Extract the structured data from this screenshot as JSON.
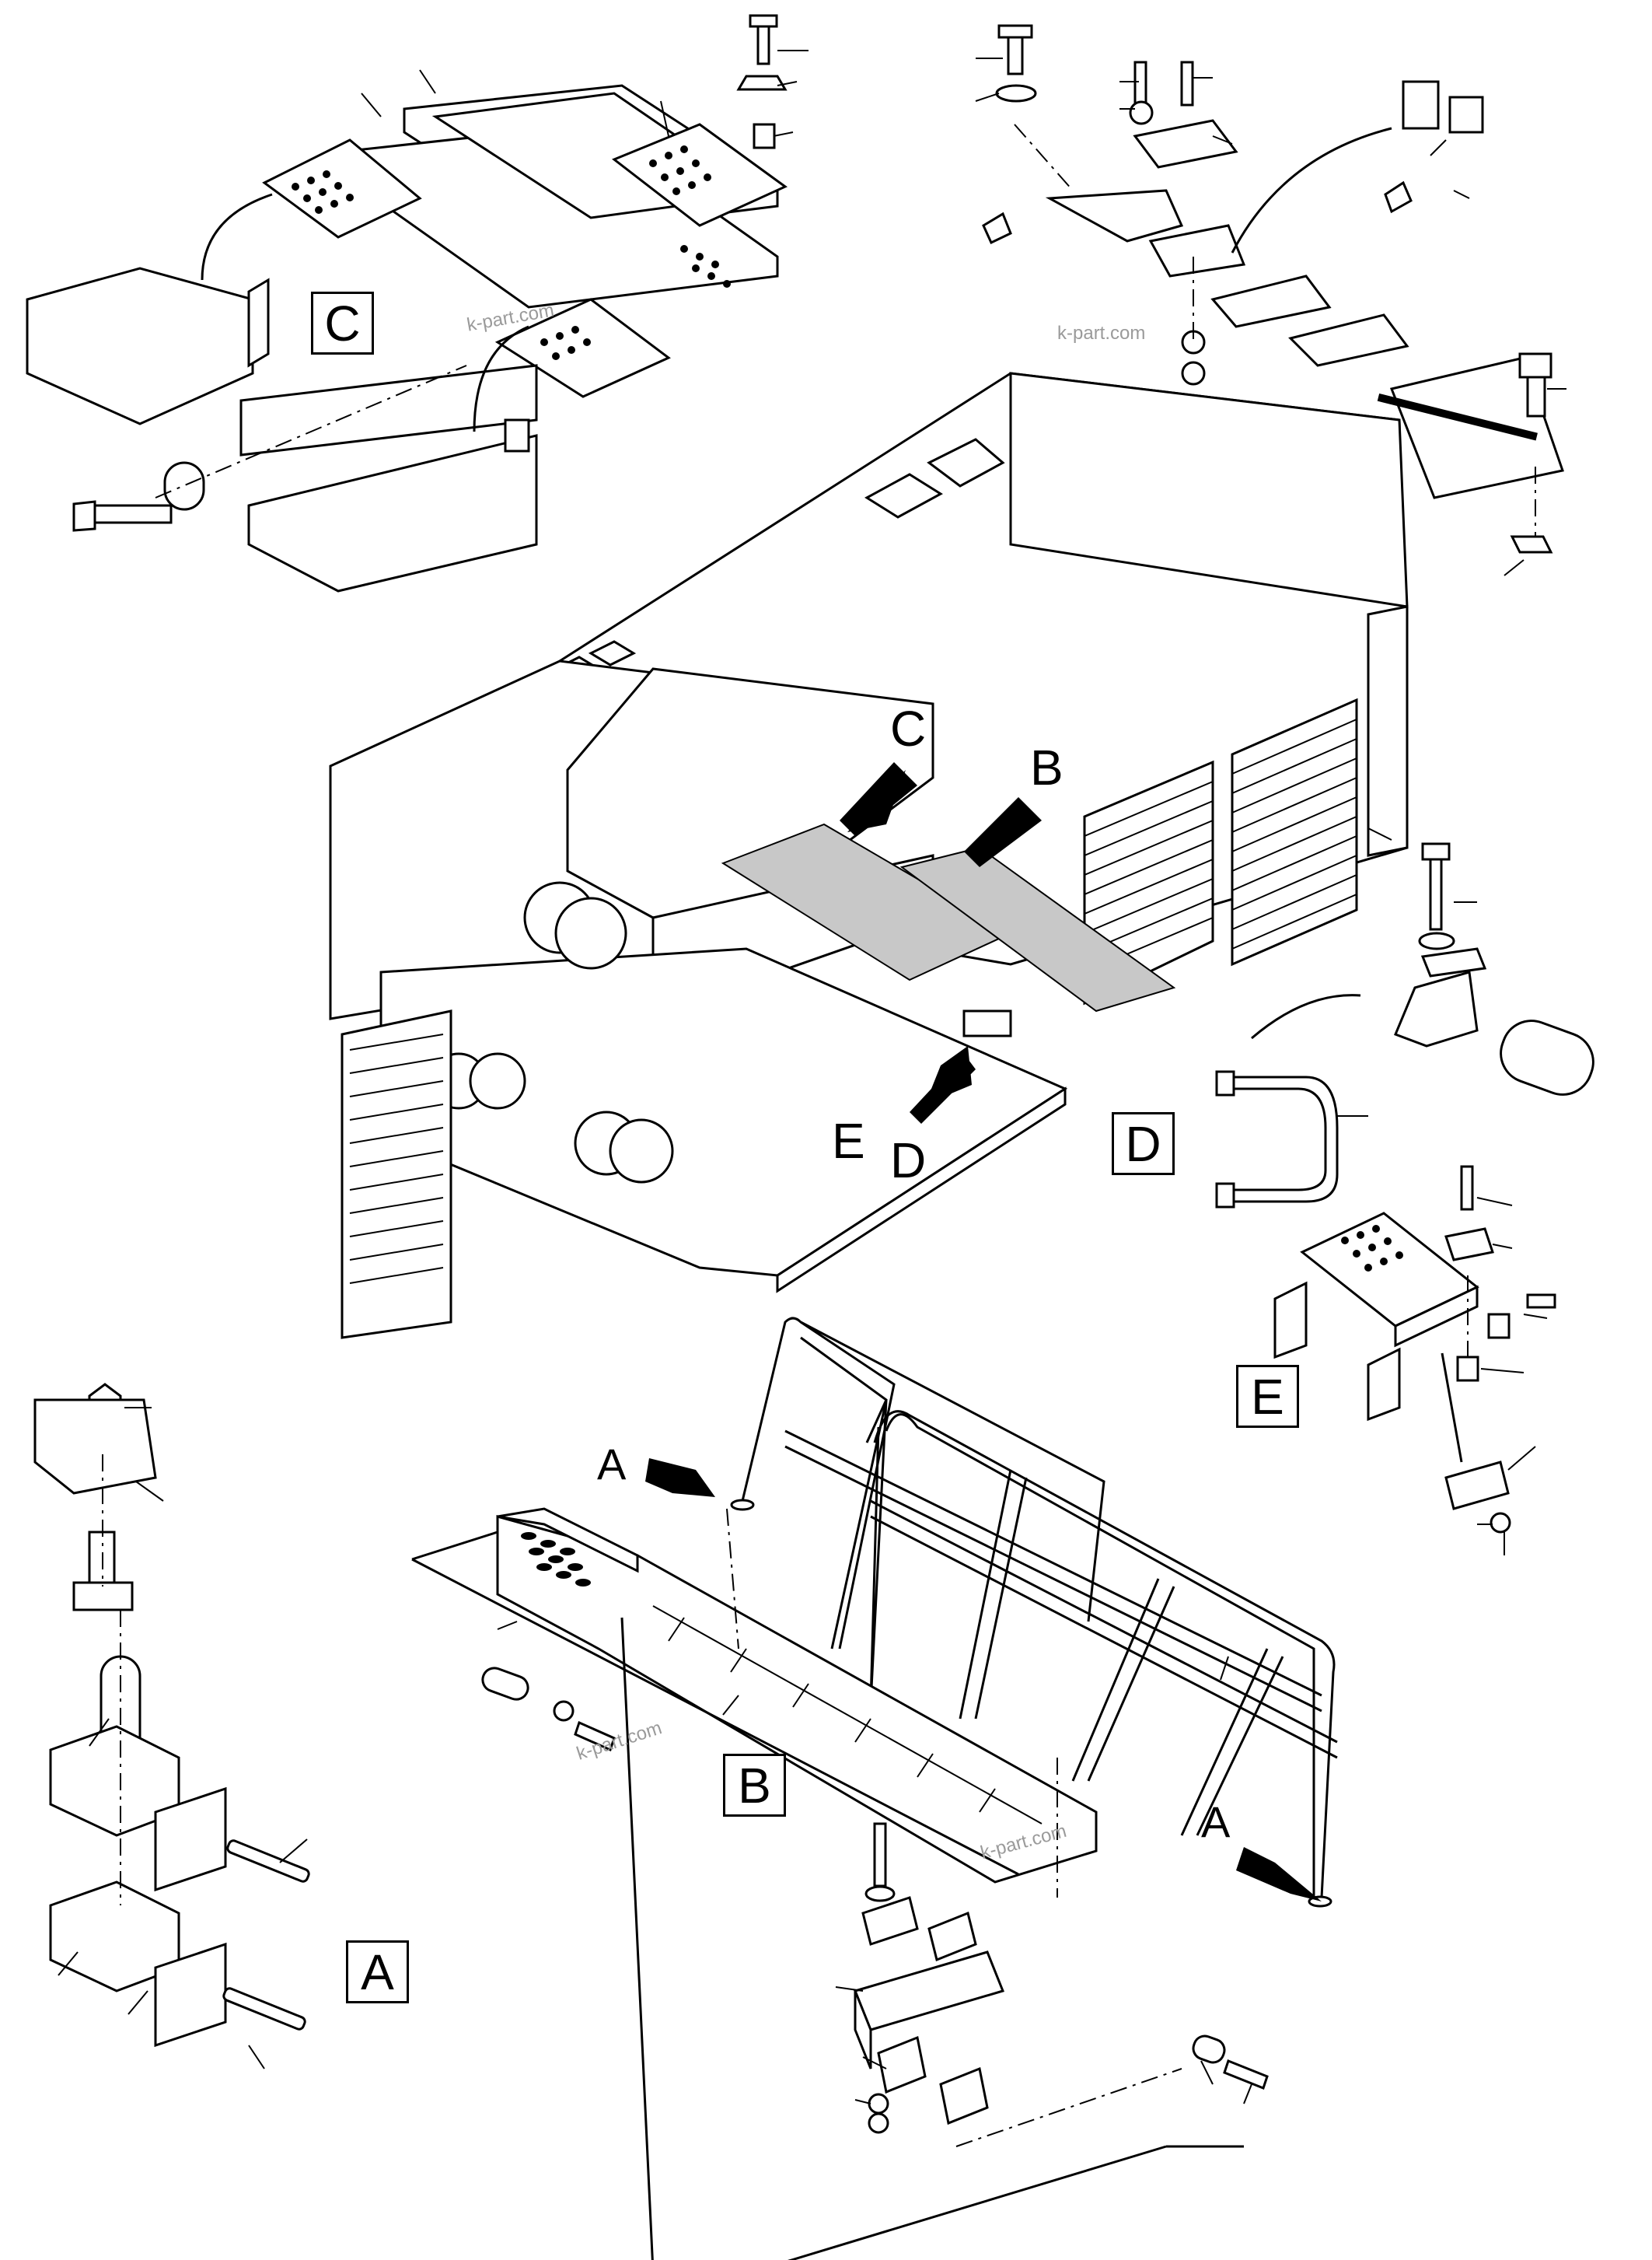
{
  "detail_boxes": {
    "A": "A",
    "B": "B",
    "C": "C",
    "D": "D",
    "E": "E"
  },
  "arrow_labels": {
    "A_upper": "A",
    "A_lower": "A",
    "B_main": "B",
    "C_main": "C",
    "D_main": "D",
    "E_main": "E"
  },
  "watermarks": [
    "k-part.com",
    "k-part.com",
    "k-part.com",
    "k-part.com"
  ],
  "colors": {
    "line": "#000000",
    "background": "#ffffff",
    "watermark": "#9a9a9a"
  }
}
